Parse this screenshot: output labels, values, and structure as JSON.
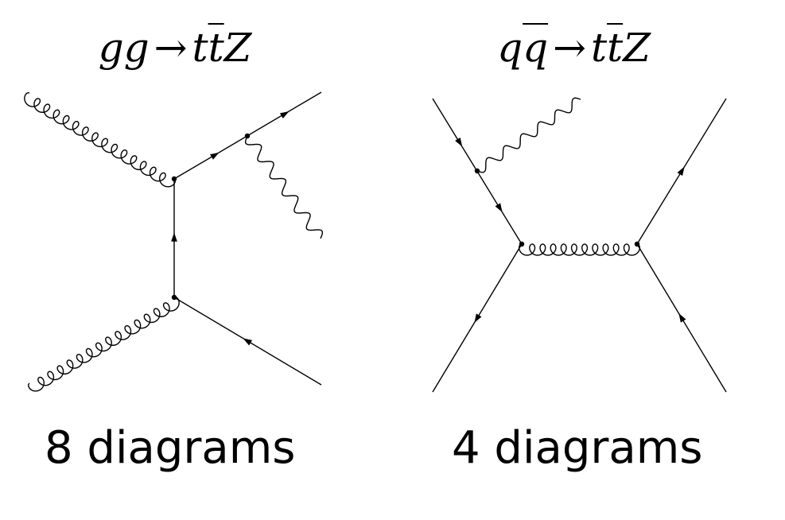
{
  "diagrams": [
    {
      "process": {
        "initial": "gg",
        "arrow": "→",
        "final_t": "t",
        "final_tbar": "t",
        "final_z": "Z"
      },
      "count_label": "8 diagrams"
    },
    {
      "process": {
        "initial_q": "q",
        "initial_qbar": "q",
        "arrow": "→",
        "final_t": "t",
        "final_tbar": "t",
        "final_z": "Z"
      },
      "count_label": "4 diagrams"
    }
  ]
}
